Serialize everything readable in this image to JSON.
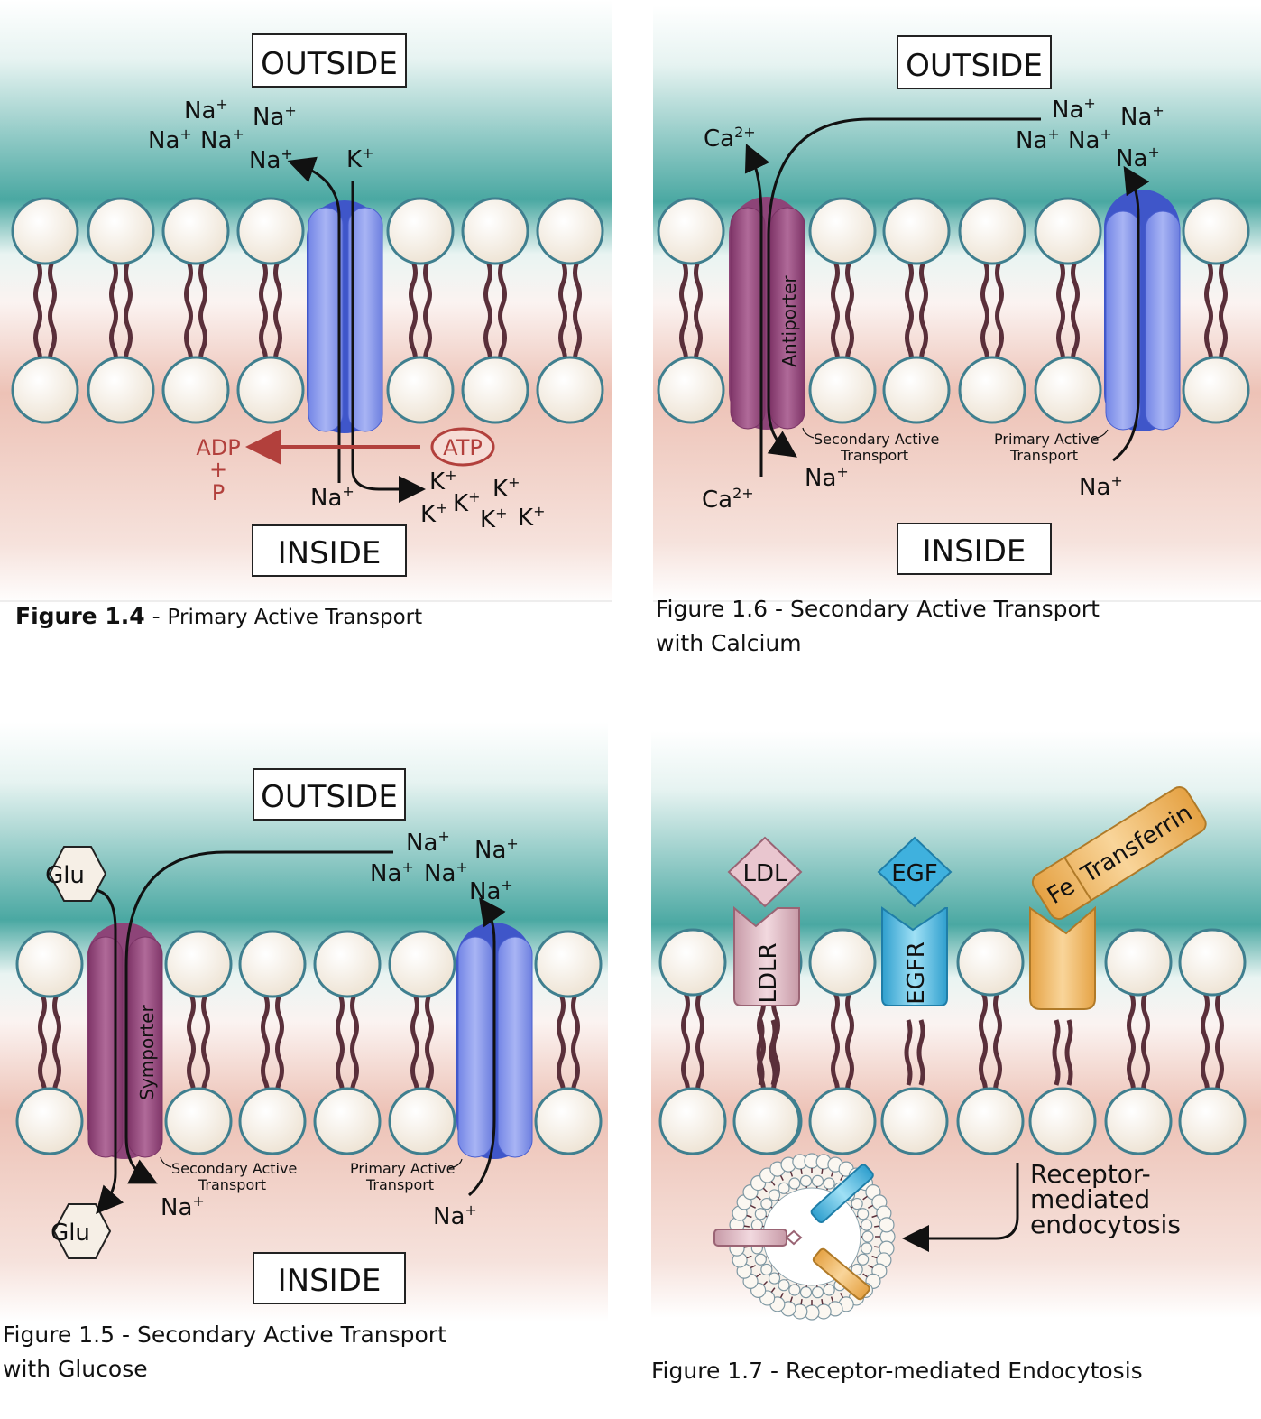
{
  "common": {
    "outside": "OUTSIDE",
    "inside": "INSIDE",
    "na": "Na",
    "k": "K",
    "ca": "Ca",
    "plus": "+",
    "two_plus": "2+",
    "secondary_l1": "Secondary Active",
    "secondary_l2": "Transport",
    "primary_l1": "Primary Active",
    "primary_l2": "Transport"
  },
  "fig14": {
    "caption_num": "Figure 1.4",
    "caption_dash": " - ",
    "caption_text": "Primary Active Transport",
    "adp": "ADP",
    "plus_sign": "+",
    "p": "P",
    "atp": "ATP"
  },
  "fig16": {
    "caption_line1": "Figure 1.6 - Secondary Active Transport",
    "caption_line2": "with Calcium",
    "antiporter": "Antiporter"
  },
  "fig15": {
    "caption_line1": "Figure 1.5 - Secondary Active Transport",
    "caption_line2": "with Glucose",
    "glu": "Glu",
    "symporter": "Symporter"
  },
  "fig17": {
    "caption": "Figure 1.7 - Receptor-mediated Endocytosis",
    "ldl": "LDL",
    "ldlr": "LDLR",
    "egf": "EGF",
    "egfr": "EGFR",
    "fe": "Fe",
    "transferrin": "Transferrin",
    "rme_l1": "Receptor-",
    "rme_l2": "mediated",
    "rme_l3": "endocytosis"
  },
  "colors": {
    "outside_top": "#ffffff",
    "outside_teal": "#3fa39e",
    "inside_pink": "#e9b3a4",
    "head_fill": "#f6efe6",
    "head_stroke": "#3f7f8f",
    "tail": "#5a2f3a",
    "pump_blue": "#8e9ff0",
    "pump_blue_dark": "#3f56c9",
    "porter_purple": "#9a4f83",
    "atp_red": "#b2403c",
    "ldl_pink": "#e9c6cf",
    "egf_blue": "#3fb1de",
    "transferrin_orange": "#f2b65a"
  }
}
